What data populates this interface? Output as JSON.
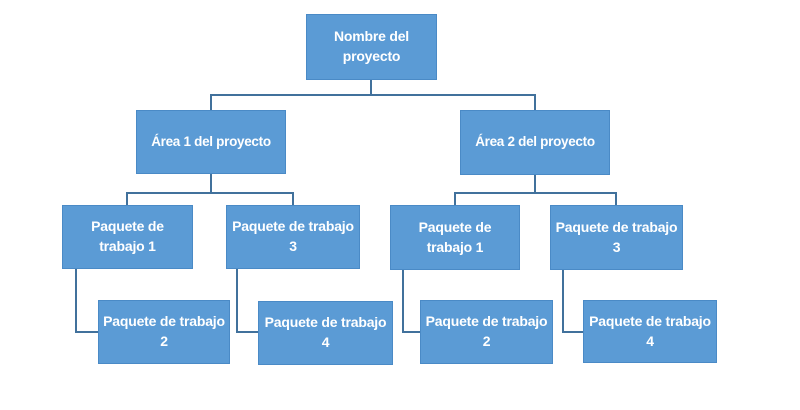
{
  "diagram": {
    "kind": "work-breakdown-structure",
    "colors": {
      "background": "#FFFFFF",
      "node_fill": "#5B9BD5",
      "node_border": "#4A8AC6",
      "node_text": "#FFFFFF",
      "connector": "#41719C"
    },
    "root": {
      "label": "Nombre del proyecto"
    },
    "areas": [
      {
        "label": "Área 1 del proyecto",
        "work_packages": [
          {
            "label": "Paquete de trabajo 1",
            "sub": {
              "label": "Paquete de trabajo 2"
            }
          },
          {
            "label": "Paquete de trabajo 3",
            "sub": {
              "label": "Paquete de trabajo 4"
            }
          }
        ]
      },
      {
        "label": "Área 2 del proyecto",
        "work_packages": [
          {
            "label": "Paquete de trabajo 1",
            "sub": {
              "label": "Paquete de trabajo 2"
            }
          },
          {
            "label": "Paquete de trabajo 3",
            "sub": {
              "label": "Paquete de trabajo 4"
            }
          }
        ]
      }
    ]
  }
}
